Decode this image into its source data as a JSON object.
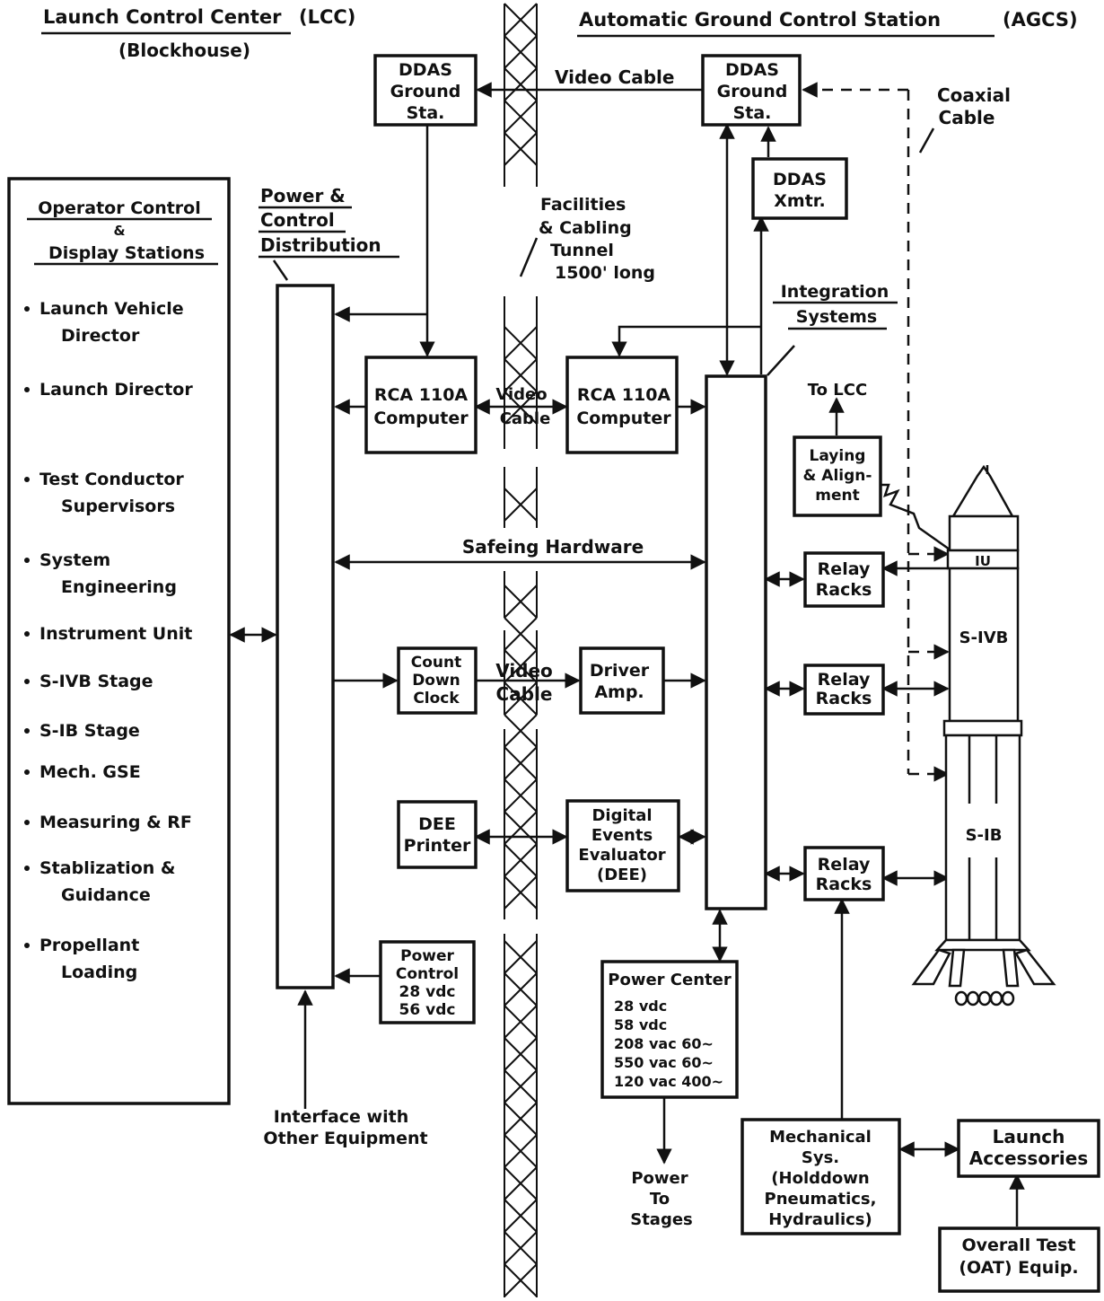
{
  "headers": {
    "lcc": "Launch Control Center",
    "lcc_abbr": "(LCC)",
    "blockhouse": "(Blockhouse)",
    "agcs": "Automatic Ground Control Station",
    "agcs_abbr": "(AGCS)"
  },
  "operator_panel": {
    "title_line1": "Operator Control",
    "title_line2": "&",
    "title_line3": "Display Stations",
    "items": [
      [
        "Launch Vehicle",
        "Director"
      ],
      [
        "Launch Director"
      ],
      [
        "Test Conductor",
        "Supervisors"
      ],
      [
        "System",
        "Engineering"
      ],
      [
        "Instrument Unit"
      ],
      [
        "S-IVB Stage"
      ],
      [
        "S-IB Stage"
      ],
      [
        "Mech. GSE"
      ],
      [
        "Measuring & RF"
      ],
      [
        "Stablization &",
        "Guidance"
      ],
      [
        "Propellant",
        "Loading"
      ]
    ]
  },
  "power_control_distribution": [
    "Power &",
    "Control",
    "Distribution"
  ],
  "interface": [
    "Interface with",
    "Other Equipment"
  ],
  "tunnel": [
    "Facilities",
    "& Cabling",
    "Tunnel",
    "1500' long"
  ],
  "boxes": {
    "ddas_lcc": [
      "DDAS",
      "Ground",
      "Sta."
    ],
    "ddas_agcs": [
      "DDAS",
      "Ground",
      "Sta."
    ],
    "ddas_xmtr": [
      "DDAS",
      "Xmtr."
    ],
    "rca_lcc": [
      "RCA 110A",
      "Computer"
    ],
    "rca_agcs": [
      "RCA 110A",
      "Computer"
    ],
    "countdown": [
      "Count",
      "Down",
      "Clock"
    ],
    "driver_amp": [
      "Driver",
      "Amp."
    ],
    "dee_printer": [
      "DEE",
      "Printer"
    ],
    "dee": [
      "Digital",
      "Events",
      "Evaluator",
      "(DEE)"
    ],
    "power_control": [
      "Power",
      "Control",
      "28 vdc",
      "56 vdc"
    ],
    "laying": [
      "Laying",
      "& Align-",
      "ment"
    ],
    "relay1": [
      "Relay",
      "Racks"
    ],
    "relay2": [
      "Relay",
      "Racks"
    ],
    "relay3": [
      "Relay",
      "Racks"
    ],
    "power_center_title": "Power Center",
    "power_center_lines": [
      "28 vdc",
      "58 vdc",
      "208 vac 60~",
      "550 vac 60~",
      "120 vac 400~"
    ],
    "mechanical": [
      "Mechanical",
      "Sys.",
      "(Holddown",
      "Pneumatics,",
      "Hydraulics)"
    ],
    "launch_accessories": [
      "Launch",
      "Accessories"
    ],
    "oat": [
      "Overall Test",
      "(OAT) Equip."
    ]
  },
  "labels": {
    "video_cable_top": "Video Cable",
    "video_cable_mid": [
      "Video",
      "Cable"
    ],
    "video_cable_low": [
      "Video",
      "Cable"
    ],
    "safeing_hardware": "Safeing Hardware",
    "coaxial_cable": [
      "Coaxial",
      "Cable"
    ],
    "integration_systems": [
      "Integration",
      "Systems"
    ],
    "to_lcc": "To LCC",
    "power_to_stages": [
      "Power",
      "To",
      "Stages"
    ]
  },
  "rocket": {
    "iu": "IU",
    "sivb": "S-IVB",
    "sib": "S-IB"
  }
}
